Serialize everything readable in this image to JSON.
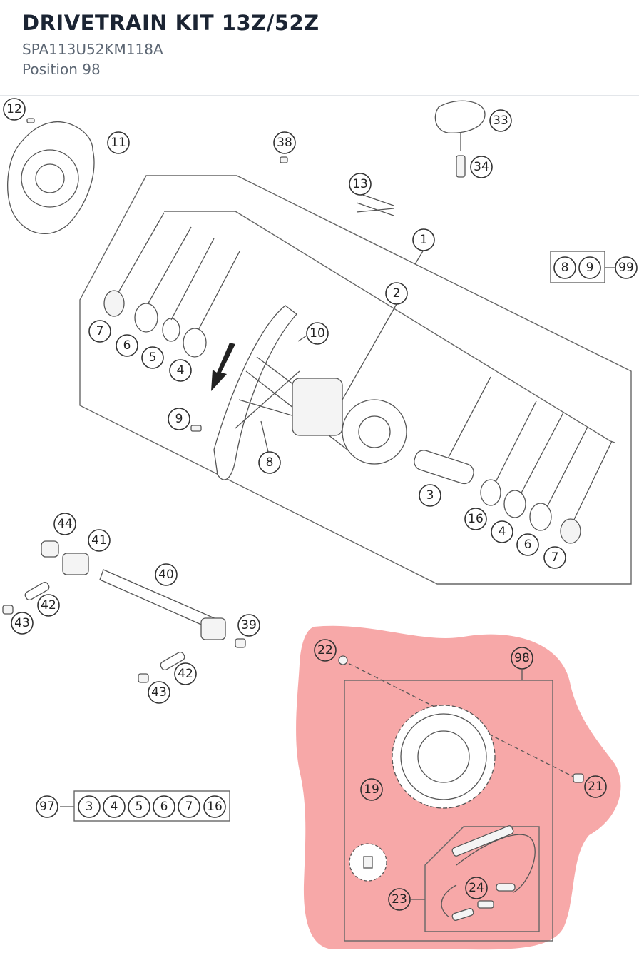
{
  "header": {
    "title": "DRIVETRAIN KIT 13Z/52Z",
    "part_number": "SPA113U52KM118A",
    "position": "Position 98"
  },
  "highlight_color": "#f7a8a8",
  "callouts": {
    "c1": "1",
    "c2": "2",
    "c3": "3",
    "c4a": "4",
    "c4b": "4",
    "c5": "5",
    "c6a": "6",
    "c6b": "6",
    "c7a": "7",
    "c7b": "7",
    "c8": "8",
    "c9": "9",
    "c10": "10",
    "c11": "11",
    "c12": "12",
    "c13": "13",
    "c16": "16",
    "c19": "19",
    "c21": "21",
    "c22": "22",
    "c23": "23",
    "c24": "24",
    "c33": "33",
    "c34": "34",
    "c38": "38",
    "c39": "39",
    "c40": "40",
    "c41": "41",
    "c42a": "42",
    "c42b": "42",
    "c43a": "43",
    "c43b": "43",
    "c44": "44",
    "c98": "98"
  },
  "group_99": {
    "label": "99",
    "items": [
      "8",
      "9"
    ]
  },
  "group_97": {
    "label": "97",
    "items": [
      "3",
      "4",
      "5",
      "6",
      "7",
      "16"
    ]
  }
}
